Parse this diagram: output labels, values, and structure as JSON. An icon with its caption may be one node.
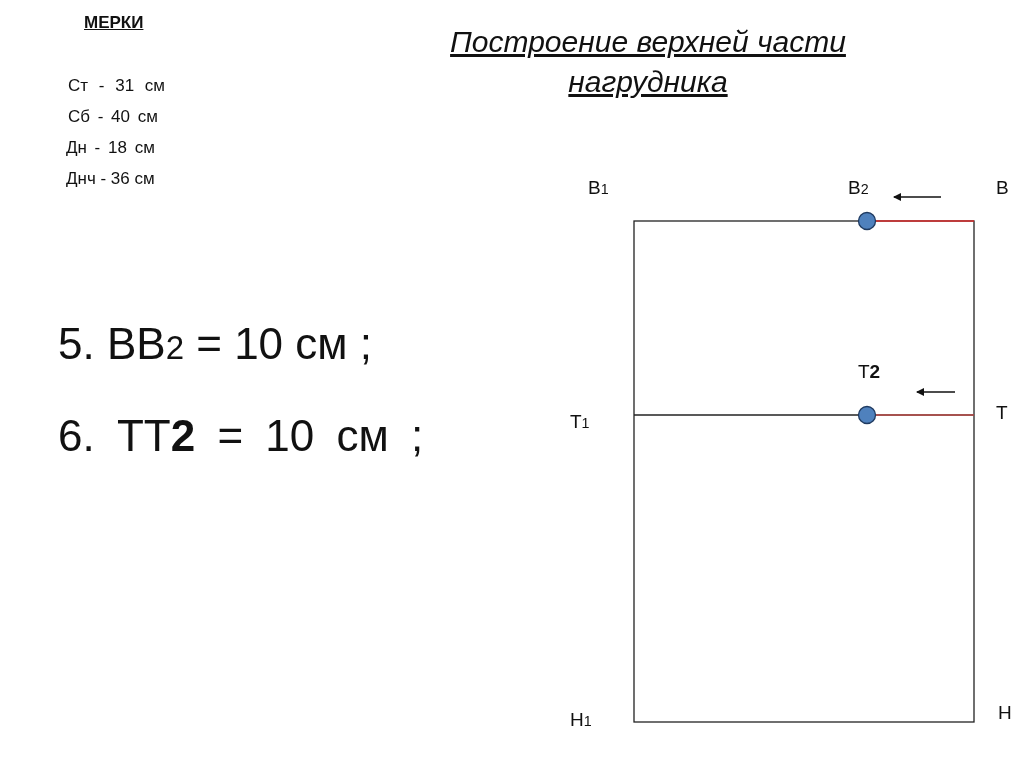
{
  "diagram": {
    "title": "Построение верхней части нагрудника",
    "labels": [
      "МЕРКИ",
      "Ст - 31 см",
      "Сб - 40 см",
      "Дн - 18 см",
      "Днч - 36 см",
      "5. ВВ$_{2}$ = 10 см ;",
      "6. ТТ**2** = 10 см ;",
      "В$_{1}$",
      "В$_{2}$",
      "В",
      "Т**2**",
      "Т$_{1}$",
      "Т",
      "Н$_{1}$",
      "Н"
    ]
  }
}
